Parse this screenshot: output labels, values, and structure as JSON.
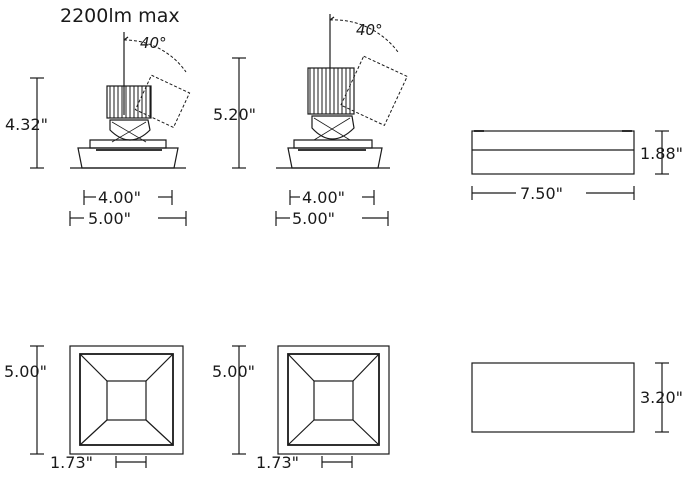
{
  "lumen_note": "2200lm max",
  "views": {
    "side_view_1": {
      "height": "4.32\"",
      "aperture_width": "4.00\"",
      "trim_width": "5.00\"",
      "tilt_angle": "40°"
    },
    "side_view_2": {
      "height": "5.20\"",
      "aperture_width": "4.00\"",
      "trim_width": "5.00\"",
      "tilt_angle": "40°"
    },
    "driver_side": {
      "height": "1.88\"",
      "length": "7.50\""
    },
    "top_view_1": {
      "height": "5.00\"",
      "inset": "1.73\""
    },
    "top_view_2": {
      "height": "5.00\"",
      "inset": "1.73\""
    },
    "driver_top": {
      "width": "3.20\""
    }
  },
  "colors": {
    "line": "#1a1a1a",
    "background": "#ffffff"
  }
}
